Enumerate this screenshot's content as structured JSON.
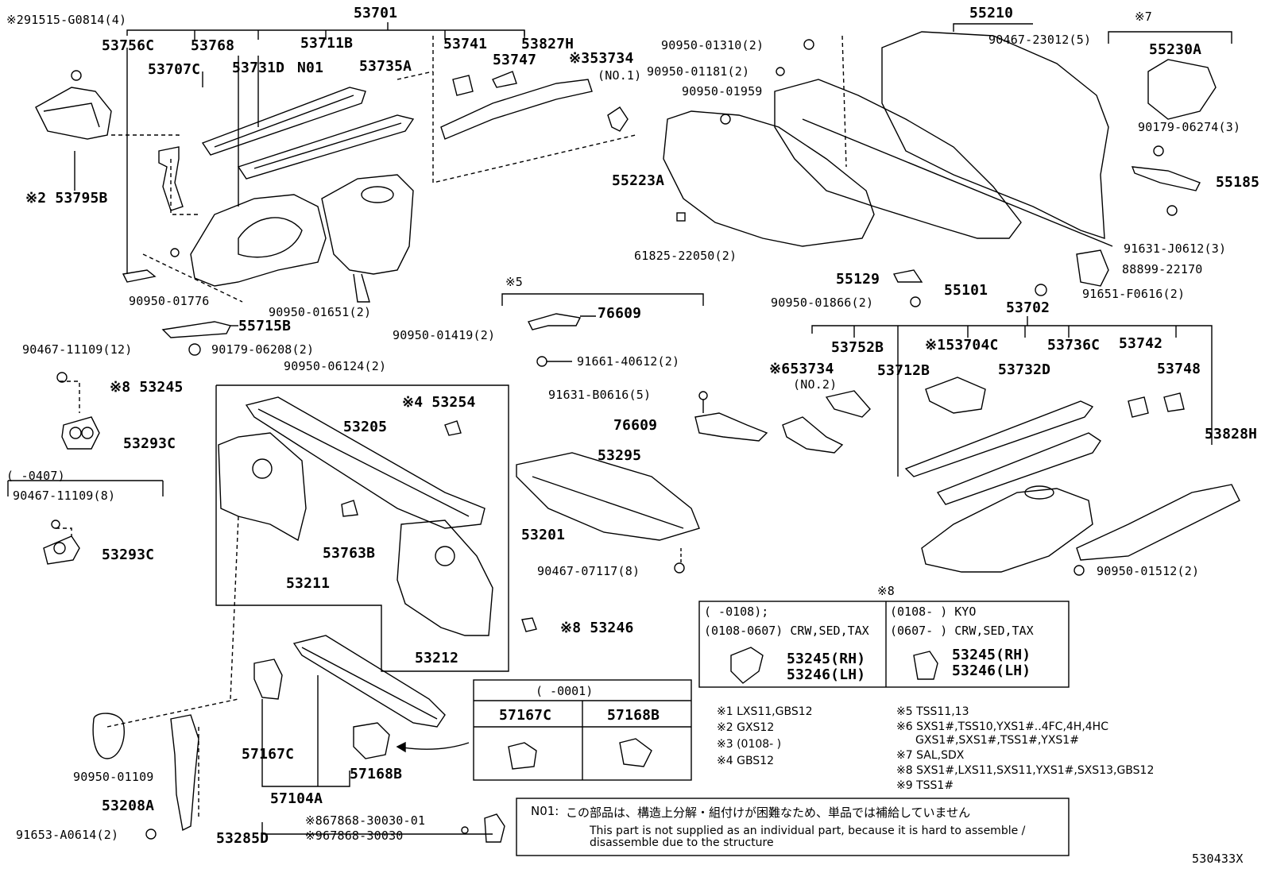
{
  "diagram_id": "530433X",
  "callouts": [
    {
      "id": "c1",
      "text": "※291515-G0814(4)"
    },
    {
      "id": "c2",
      "text": "53701"
    },
    {
      "id": "c3",
      "text": "53756C"
    },
    {
      "id": "c4",
      "text": "53768"
    },
    {
      "id": "c5",
      "text": "53711B"
    },
    {
      "id": "c6",
      "text": "53707C"
    },
    {
      "id": "c7",
      "text": "53731D"
    },
    {
      "id": "c8",
      "text": "N01"
    },
    {
      "id": "c9",
      "text": "53735A"
    },
    {
      "id": "c10",
      "text": "53741"
    },
    {
      "id": "c11",
      "text": "53827H"
    },
    {
      "id": "c12",
      "text": "53747"
    },
    {
      "id": "c13",
      "text": "※353734"
    },
    {
      "id": "c14",
      "text": "(NO.1)"
    },
    {
      "id": "c15",
      "text": "※2 53795B"
    },
    {
      "id": "c16",
      "text": "90950-01776"
    },
    {
      "id": "c17",
      "text": "90950-01651(2)"
    },
    {
      "id": "c18",
      "text": "90950-01419(2)"
    },
    {
      "id": "c19",
      "text": "55715B"
    },
    {
      "id": "c20",
      "text": "90179-06208(2)"
    },
    {
      "id": "c21",
      "text": "90950-06124(2)"
    },
    {
      "id": "c22",
      "text": "90467-11109(12)"
    },
    {
      "id": "c23",
      "text": "※8 53245"
    },
    {
      "id": "c24",
      "text": "53293C"
    },
    {
      "id": "c25",
      "text": "(       -0407)"
    },
    {
      "id": "c26",
      "text": "90467-11109(8)"
    },
    {
      "id": "c27",
      "text": "53293C"
    },
    {
      "id": "c28",
      "text": "※5"
    },
    {
      "id": "c29",
      "text": "76609"
    },
    {
      "id": "c30",
      "text": "91661-40612(2)"
    },
    {
      "id": "c31",
      "text": "91631-B0616(5)"
    },
    {
      "id": "c32",
      "text": "76609"
    },
    {
      "id": "c33",
      "text": "※4 53254"
    },
    {
      "id": "c34",
      "text": "53205"
    },
    {
      "id": "c35",
      "text": "53295"
    },
    {
      "id": "c36",
      "text": "53201"
    },
    {
      "id": "c37",
      "text": "53763B"
    },
    {
      "id": "c38",
      "text": "53211"
    },
    {
      "id": "c39",
      "text": "90467-07117(8)"
    },
    {
      "id": "c40",
      "text": "※8 53246"
    },
    {
      "id": "c41",
      "text": "53212"
    },
    {
      "id": "c42",
      "text": "90950-01109"
    },
    {
      "id": "c43",
      "text": "53208A"
    },
    {
      "id": "c44",
      "text": "91653-A0614(2)"
    },
    {
      "id": "c45",
      "text": "57167C"
    },
    {
      "id": "c46",
      "text": "57104A"
    },
    {
      "id": "c47",
      "text": "57168B"
    },
    {
      "id": "c48",
      "text": "53285D"
    },
    {
      "id": "c49",
      "text": "※867868-30030-01"
    },
    {
      "id": "c50",
      "text": "※967868-30030"
    },
    {
      "id": "c51",
      "text": "90950-01310(2)"
    },
    {
      "id": "c52",
      "text": "90950-01181(2)"
    },
    {
      "id": "c53",
      "text": "90950-01959"
    },
    {
      "id": "c54",
      "text": "55223A"
    },
    {
      "id": "c55",
      "text": "61825-22050(2)"
    },
    {
      "id": "c56",
      "text": "55210"
    },
    {
      "id": "c57",
      "text": "90467-23012(5)"
    },
    {
      "id": "c58",
      "text": "※7"
    },
    {
      "id": "c59",
      "text": "55230A"
    },
    {
      "id": "c60",
      "text": "90179-06274(3)"
    },
    {
      "id": "c61",
      "text": "55185"
    },
    {
      "id": "c62",
      "text": "91631-J0612(3)"
    },
    {
      "id": "c63",
      "text": "88899-22170"
    },
    {
      "id": "c64",
      "text": "91651-F0616(2)"
    },
    {
      "id": "c65",
      "text": "55129"
    },
    {
      "id": "c66",
      "text": "55101"
    },
    {
      "id": "c67",
      "text": "90950-01866(2)"
    },
    {
      "id": "c68",
      "text": "53702"
    },
    {
      "id": "c69",
      "text": "53752B"
    },
    {
      "id": "c70",
      "text": "※153704C"
    },
    {
      "id": "c71",
      "text": "53736C"
    },
    {
      "id": "c72",
      "text": "53742"
    },
    {
      "id": "c73",
      "text": "※653734"
    },
    {
      "id": "c74",
      "text": "(NO.2)"
    },
    {
      "id": "c75",
      "text": "53712B"
    },
    {
      "id": "c76",
      "text": "53732D"
    },
    {
      "id": "c77",
      "text": "53748"
    },
    {
      "id": "c78",
      "text": "53828H"
    },
    {
      "id": "c79",
      "text": "90950-01512(2)"
    }
  ],
  "table_8": {
    "header": "※8",
    "left_row1": "(       -0108);",
    "left_row2": "(0108-0607) CRW,SED,TAX",
    "right_row1": "(0108-       ) KYO",
    "right_row2": "(0607-       ) CRW,SED,TAX",
    "left_rh": "53245(RH)",
    "left_lh": "53246(LH)",
    "right_rh": "53245(RH)",
    "right_lh": "53246(LH)"
  },
  "table_0001": {
    "header": "(       -0001)",
    "col1": "57167C",
    "col2": "57168B"
  },
  "notes": [
    {
      "key": "※1",
      "text": "LXS11,GBS12"
    },
    {
      "key": "※2",
      "text": "GXS12"
    },
    {
      "key": "※3",
      "text": "(0108-       )"
    },
    {
      "key": "※4",
      "text": "GBS12"
    },
    {
      "key": "※5",
      "text": "TSS11,13"
    },
    {
      "key": "※6",
      "text": "SXS1#,TSS10,YXS1#..4FC,4H,4HC"
    },
    {
      "key": "",
      "text": "GXS1#,SXS1#,TSS1#,YXS1#"
    },
    {
      "key": "※7",
      "text": "SAL,SDX"
    },
    {
      "key": "※8",
      "text": "SXS1#,LXS11,SXS11,YXS1#,SXS13,GBS12"
    },
    {
      "key": "※9",
      "text": "TSS1#"
    }
  ],
  "n01_note": {
    "key": "N01:",
    "japanese": "この部品は、構造上分解・組付けが困難なため、単品では補給していません",
    "english_1": "This part is not supplied as an individual part, because it is hard to assemble /",
    "english_2": "disassemble due to the structure"
  }
}
